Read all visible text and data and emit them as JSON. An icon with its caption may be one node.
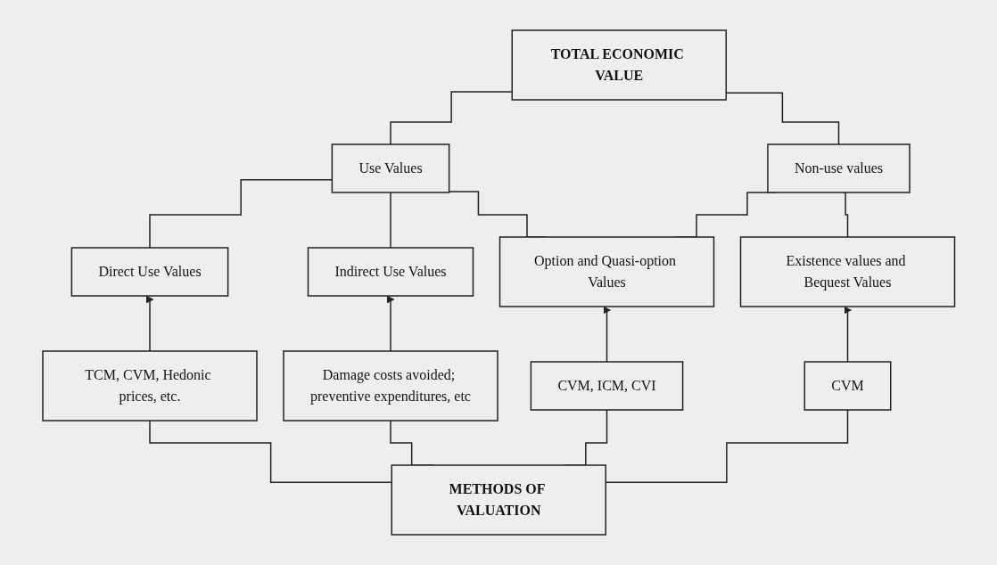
{
  "diagram": {
    "nodes": [
      {
        "text": [
          "TOTAL ECONOMIC VALUE"
        ]
      },
      {
        "text": [
          "Use Values"
        ]
      },
      {
        "text": [
          "Non-use values"
        ]
      },
      {
        "text": [
          "Direct Use Values"
        ]
      },
      {
        "text": [
          "Indirect Use Values"
        ]
      },
      {
        "text": [
          "Option and Quasi-option Values"
        ]
      },
      {
        "text": [
          "Existence values and Bequest Values"
        ]
      },
      {
        "text": [
          "TCM, CVM, Hedonic prices, etc."
        ]
      },
      {
        "text": [
          "Damage costs avoided; preventive expenditures, etc"
        ]
      },
      {
        "text": [
          "CVM, ICM, CVI"
        ]
      },
      {
        "text": [
          "CVM"
        ]
      },
      {
        "text": [
          "METHODS OF VALUATION"
        ]
      }
    ],
    "edges": [
      {
        "from": 1,
        "to": 0,
        "arrow": "none"
      },
      {
        "from": 2,
        "to": 0,
        "arrow": "none"
      },
      {
        "from": 3,
        "to": 1,
        "arrow": "none"
      },
      {
        "from": 4,
        "to": 1,
        "arrow": "none"
      },
      {
        "from": 5,
        "to": 1,
        "arrow": "none"
      },
      {
        "from": 5,
        "to": 2,
        "arrow": "none"
      },
      {
        "from": 6,
        "to": 2,
        "arrow": "none"
      },
      {
        "from": 7,
        "to": 3,
        "arrow": "to"
      },
      {
        "from": 8,
        "to": 4,
        "arrow": "to"
      },
      {
        "from": 9,
        "to": 5,
        "arrow": "to"
      },
      {
        "from": 10,
        "to": 6,
        "arrow": "to"
      },
      {
        "from": 11,
        "to": 7,
        "arrow": "none"
      },
      {
        "from": 11,
        "to": 8,
        "arrow": "none"
      },
      {
        "from": 11,
        "to": 9,
        "arrow": "none"
      },
      {
        "from": 11,
        "to": 10,
        "arrow": "none"
      }
    ]
  }
}
